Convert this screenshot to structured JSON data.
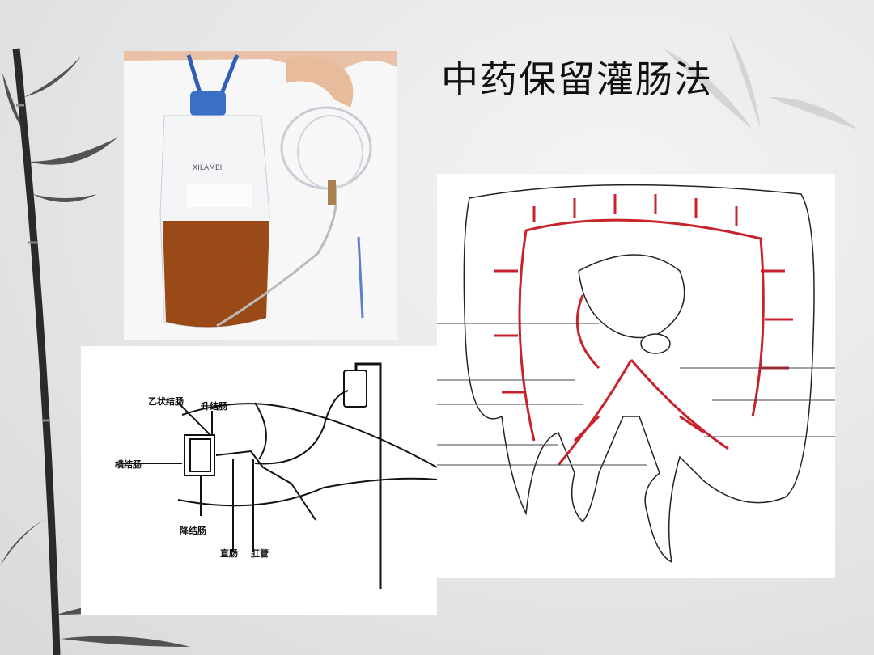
{
  "slide": {
    "title": "中药保留灌肠法"
  },
  "photo": {
    "logo_text": "XILAMEI"
  },
  "diagram": {
    "labels": {
      "sigmoid": "乙状结肠",
      "ascending": "升结肠",
      "transverse": "横结肠",
      "descending": "降结肠",
      "rectum": "直肠",
      "anal_canal": "肛管"
    }
  },
  "colors": {
    "vessel_red": "#c8232c",
    "fluid_brown": "#9a4a16",
    "bag_blue": "#3a6fc4"
  }
}
